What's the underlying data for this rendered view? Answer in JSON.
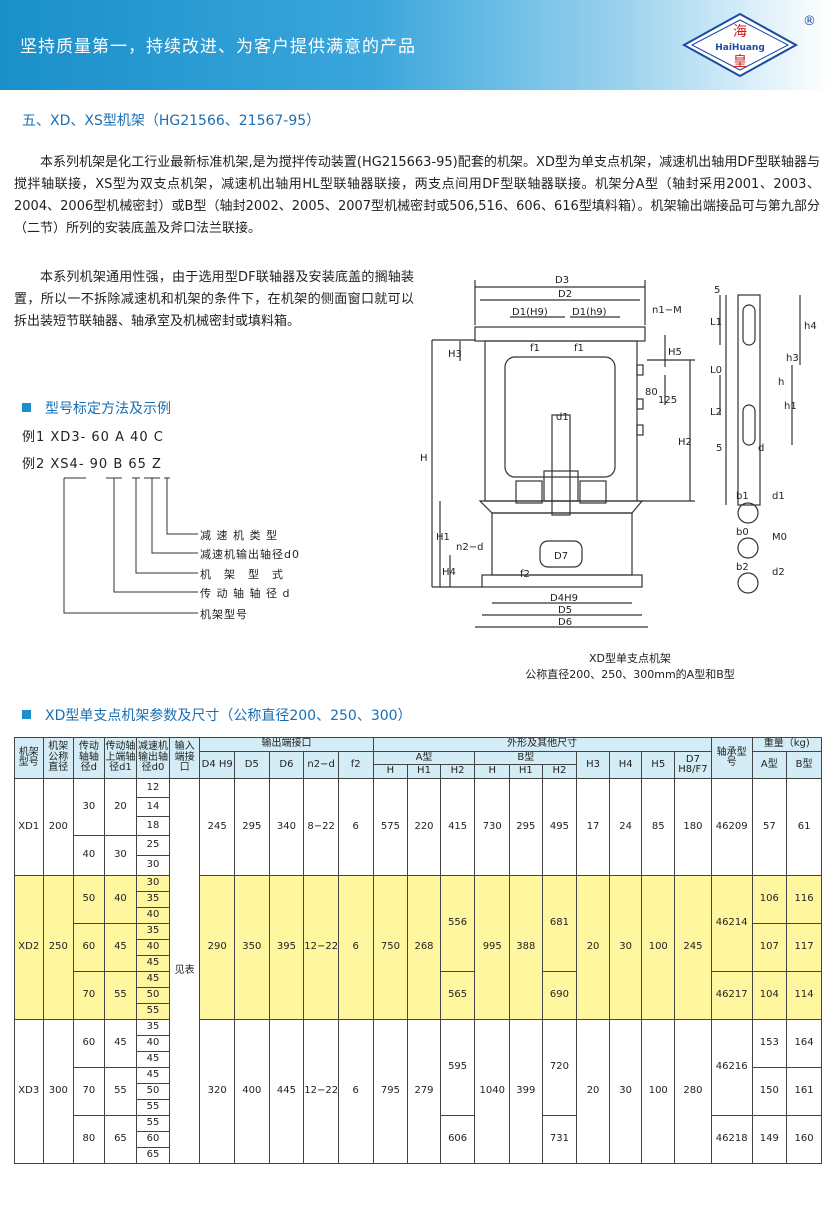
{
  "banner": {
    "slogan": "坚持质量第一，持续改进、为客户提供满意的产品",
    "logo_top": "海",
    "logo_middle": "HaiHuang",
    "logo_bottom": "皇",
    "registered_mark": "®"
  },
  "section_title": "五、XD、XS型机架（HG21566、21567-95）",
  "para1": "本系列机架是化工行业最新标准机架,是为搅拌传动装置(HG215663-95)配套的机架。XD型为单支点机架，减速机出轴用DF型联轴器与搅拌轴联接，XS型为双支点机架，减速机出轴用HL型联轴器联接，两支点间用DF型联轴器联接。机架分A型（轴封采用2001、2003、2004、2006型机械密封）或B型（轴封2002、2005、2007型机械密封或506,516、606、616型填料箱）。机架输出端接品可与第九部分（二节）所列的安装底盖及斧口法兰联接。",
  "para2": "本系列机架通用性强，由于选用型DF联轴器及安装底盖的搁轴装置，所以一不拆除减速机和机架的条件下，在机架的侧面窗口就可以拆出装短节联轴器、轴承室及机械密封或填料箱。",
  "model_section": {
    "title": "型号标定方法及示例",
    "example1": "例1 XD3- 60 A 40 C",
    "example2": "例2 XS4- 90  B 65 Z",
    "legend": [
      "减 速 机 类 型",
      "减速机输出轴径d0",
      "机　架　型　式",
      "传 动 轴 轴 径 d",
      "机架型号"
    ]
  },
  "diagram": {
    "labels": {
      "D3": "D3",
      "D2": "D2",
      "D1": "D1(H9)",
      "D1h": "D1(h9)",
      "n1M": "n1−M",
      "H3": "H3",
      "f1a": "f1",
      "f1b": "f1",
      "H5": "H5",
      "l80": "80",
      "l125": "125",
      "H": "H",
      "H2": "H2",
      "d1": "d1",
      "H1": "H1",
      "n2d": "n2−d",
      "D7": "D7",
      "H4": "H4",
      "f2": "f2",
      "D4": "D4H9",
      "D5": "D5",
      "D6": "D6",
      "s5a": "5",
      "L1": "L1",
      "h4": "h4",
      "h3": "h3",
      "L0": "L0",
      "h": "h",
      "h1": "h1",
      "L2": "L2",
      "s5b": "5",
      "d": "d",
      "b1": "b1",
      "d1s": "d1",
      "b0": "b0",
      "M0": "M0",
      "b2": "b2",
      "d2": "d2"
    },
    "caption1": "XD型单支点机架",
    "caption2": "公称直径200、250、300mm的A型和B型"
  },
  "table_title": "XD型单支点机架参数及尺寸（公称直径200、250、300）",
  "table": {
    "h": {
      "model": "机架型号",
      "nominal": "机架公称直径",
      "drive_d": "传动轴轴径d",
      "upper_d1": "传动轴上端轴径d1",
      "reducer_d0": "减速机输出轴径d0",
      "input": "输入端接口",
      "output": "输出端接口",
      "outline": "外形及其他尺寸",
      "bearing": "轴承型号",
      "weight": "重量（kg)",
      "D4": "D4 H9",
      "D5": "D5",
      "D6": "D6",
      "n2d": "n2−d",
      "f2": "f2",
      "typeA": "A型",
      "typeB": "B型",
      "H": "H",
      "H1": "H1",
      "H2": "H2",
      "BH": "H",
      "BH1": "H1",
      "BH2": "H2",
      "H3": "H3",
      "H4": "H4",
      "H5": "H5",
      "D7": "D7 H8/F7",
      "wA": "A型",
      "wB": "B型"
    },
    "input_value": "见表",
    "xd1": {
      "model": "XD1",
      "nominal": "200",
      "d": [
        "30",
        "40"
      ],
      "d1": [
        "20",
        "30"
      ],
      "d0": [
        "12",
        "14",
        "18",
        "25",
        "30"
      ],
      "D4": "245",
      "D5": "295",
      "D6": "340",
      "n2d": "8−22",
      "f2": "6",
      "H": "575",
      "H1": "220",
      "H2": "415",
      "BH": "730",
      "BH1": "295",
      "BH2": "495",
      "H3": "17",
      "H4": "24",
      "H5": "85",
      "D7": "180",
      "bearing": "46209",
      "wA": "57",
      "wB": "61"
    },
    "xd2": {
      "model": "XD2",
      "nominal": "250",
      "d": [
        "50",
        "60",
        "70"
      ],
      "d1": [
        "40",
        "45",
        "55"
      ],
      "d0": [
        "30",
        "35",
        "40",
        "35",
        "40",
        "45",
        "45",
        "50",
        "55"
      ],
      "D4": "290",
      "D5": "350",
      "D6": "395",
      "n2d": "12−22",
      "f2": "6",
      "H": "750",
      "H1": "268",
      "H2": [
        "556",
        "565"
      ],
      "BH": "995",
      "BH1": "388",
      "BH2": [
        "681",
        "690"
      ],
      "H3": "20",
      "H4": "30",
      "H5": "100",
      "D7": "245",
      "bearing": [
        "46214",
        "46217"
      ],
      "wA": [
        "106",
        "107",
        "104"
      ],
      "wB": [
        "116",
        "117",
        "114"
      ]
    },
    "xd3": {
      "model": "XD3",
      "nominal": "300",
      "d": [
        "60",
        "70",
        "80"
      ],
      "d1": [
        "45",
        "55",
        "65"
      ],
      "d0": [
        "35",
        "40",
        "45",
        "45",
        "50",
        "55",
        "55",
        "60",
        "65"
      ],
      "D4": "320",
      "D5": "400",
      "D6": "445",
      "n2d": "12−22",
      "f2": "6",
      "H": "795",
      "H1": "279",
      "H2": [
        "595",
        "606"
      ],
      "BH": "1040",
      "BH1": "399",
      "BH2": [
        "720",
        "731"
      ],
      "H3": "20",
      "H4": "30",
      "H5": "100",
      "D7": "280",
      "bearing": [
        "46216",
        "46218"
      ],
      "wA": [
        "153",
        "150",
        "149"
      ],
      "wB": [
        "164",
        "161",
        "160"
      ]
    }
  },
  "colors": {
    "banner": "#1a8fc9",
    "title": "#1a6fb3",
    "header_bg": "#d3ecf5",
    "highlight": "#fef7a0"
  }
}
